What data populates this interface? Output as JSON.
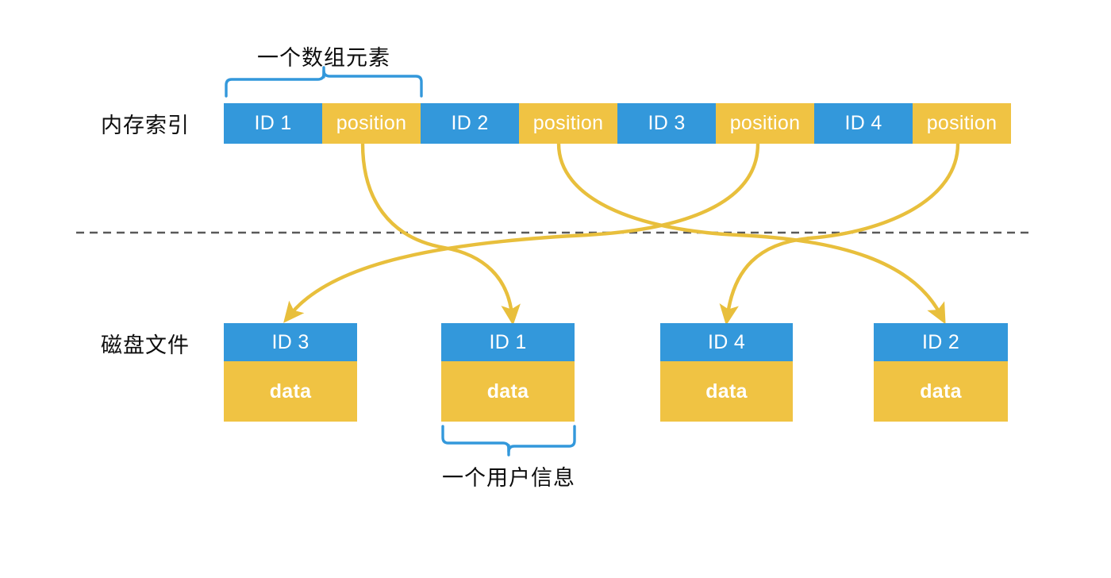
{
  "diagram": {
    "title_top": "一个数组元素",
    "title_bottom": "一个用户信息",
    "row_labels": {
      "memory": "内存索引",
      "disk": "磁盘文件"
    },
    "colors": {
      "blue": "#3398db",
      "yellow": "#f0c343",
      "brace_blue": "#3398db",
      "arrow_yellow": "#e8bf3c",
      "divider_gray": "#595959",
      "text_dark": "#0d0d0d",
      "cell_text": "#ffffff",
      "background": "#ffffff"
    },
    "memory_index": {
      "entries": [
        {
          "id_label": "ID 1",
          "pos_label": "position"
        },
        {
          "id_label": "ID 2",
          "pos_label": "position"
        },
        {
          "id_label": "ID 3",
          "pos_label": "position"
        },
        {
          "id_label": "ID 4",
          "pos_label": "position"
        }
      ]
    },
    "disk_records": [
      {
        "id_label": "ID 3",
        "data_label": "data"
      },
      {
        "id_label": "ID 1",
        "data_label": "data"
      },
      {
        "id_label": "ID 4",
        "data_label": "data"
      },
      {
        "id_label": "ID 2",
        "data_label": "data"
      }
    ],
    "pointers": [
      {
        "from": "ID 1 position",
        "to": "ID 1 record"
      },
      {
        "from": "ID 2 position",
        "to": "ID 2 record"
      },
      {
        "from": "ID 3 position",
        "to": "ID 3 record"
      },
      {
        "from": "ID 4 position",
        "to": "ID 4 record"
      }
    ],
    "divider": {
      "style": "dashed",
      "meaning": "memory / disk boundary"
    }
  }
}
